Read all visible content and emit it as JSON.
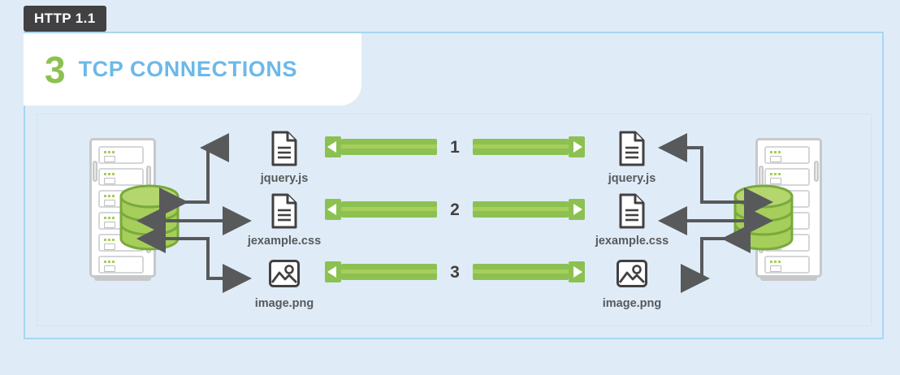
{
  "badge": {
    "label": "HTTP 1.1"
  },
  "title": {
    "number": "3",
    "text": "TCP CONNECTIONS"
  },
  "colors": {
    "background": "#dfecf8",
    "panel_border": "#a8d6f0",
    "card": "#ffffff",
    "badge_bg": "#414042",
    "accent_green": "#8cc152",
    "light_green": "#a5ce5b",
    "accent_blue": "#6bb9e8",
    "arrow_gray": "#58595b",
    "rack_gray": "#c6c8ca"
  },
  "diagram": {
    "left_node": {
      "name": "server-rack-left",
      "icon": "server-rack-icon",
      "overlay": "database-cylinder-icon"
    },
    "right_node": {
      "name": "server-rack-right",
      "icon": "server-rack-icon",
      "overlay": "database-cylinder-icon"
    },
    "connections": [
      {
        "number": "1",
        "left_file": {
          "label": "jquery.js",
          "icon": "document-file-icon"
        },
        "right_file": {
          "label": "jquery.js",
          "icon": "document-file-icon"
        }
      },
      {
        "number": "2",
        "left_file": {
          "label": "jexample.css",
          "icon": "document-file-icon"
        },
        "right_file": {
          "label": "jexample.css",
          "icon": "document-file-icon"
        }
      },
      {
        "number": "3",
        "left_file": {
          "label": "image.png",
          "icon": "image-file-icon"
        },
        "right_file": {
          "label": "image.png",
          "icon": "image-file-icon"
        }
      }
    ]
  }
}
